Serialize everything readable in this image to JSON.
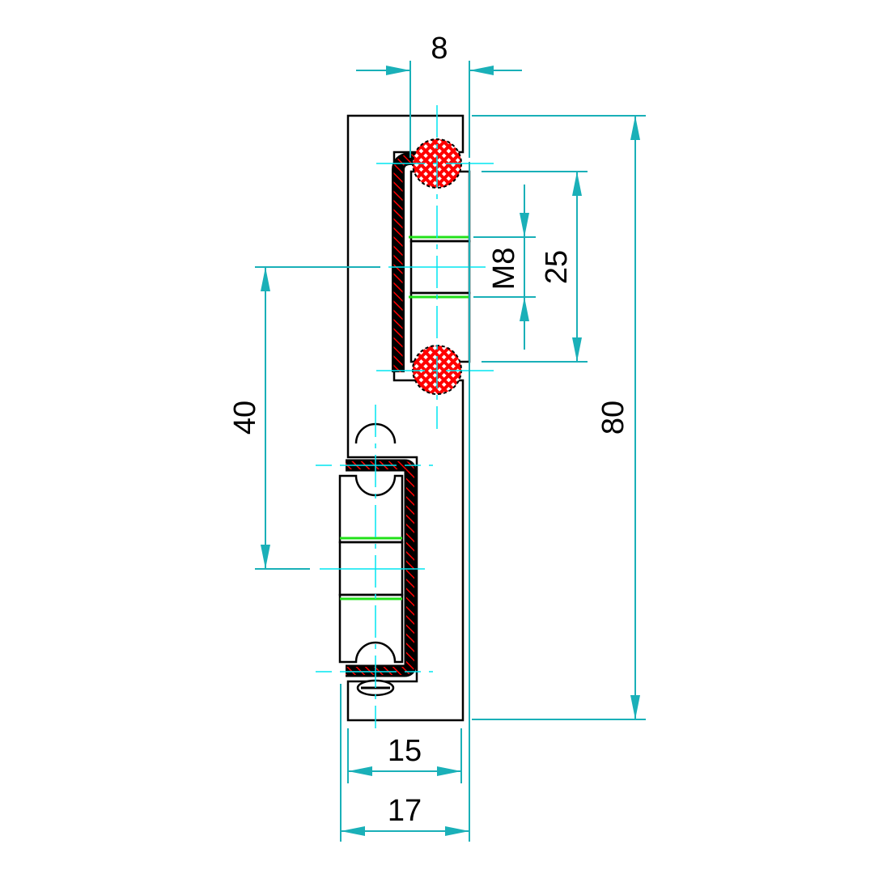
{
  "title": "Linear guide cross-section with dimensions",
  "dimensions": {
    "width_top": "8",
    "height_total": "80",
    "carriage_spacing": "25",
    "thread": "M8",
    "offset": "40",
    "inner_width": "15",
    "outer_width": "17"
  },
  "colors": {
    "hatch": "#ff0000",
    "dimension": "#1ab0b8",
    "centerline": "#00e5f0",
    "thread_line": "#22e01a",
    "outline": "#000000"
  }
}
